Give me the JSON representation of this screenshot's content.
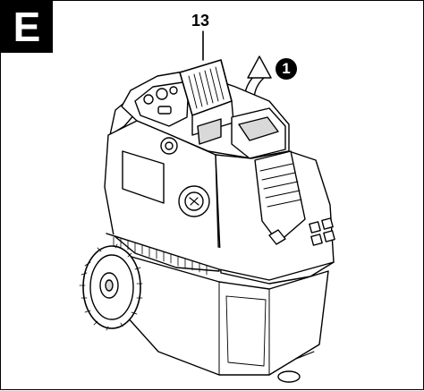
{
  "figure": {
    "section_label": "E",
    "callout_number": "13",
    "step_number": "1",
    "subject_icon": "wet-dry-vacuum-cleaner-illustration",
    "lift-arrow-icon": "curved-up-arrow-icon",
    "colors": {
      "line": "#000000",
      "badge": "#000000",
      "badge_text": "#ffffff",
      "background": "#ffffff",
      "light_fill": "#ffffff",
      "mid_fill": "#d9d9d9"
    }
  }
}
